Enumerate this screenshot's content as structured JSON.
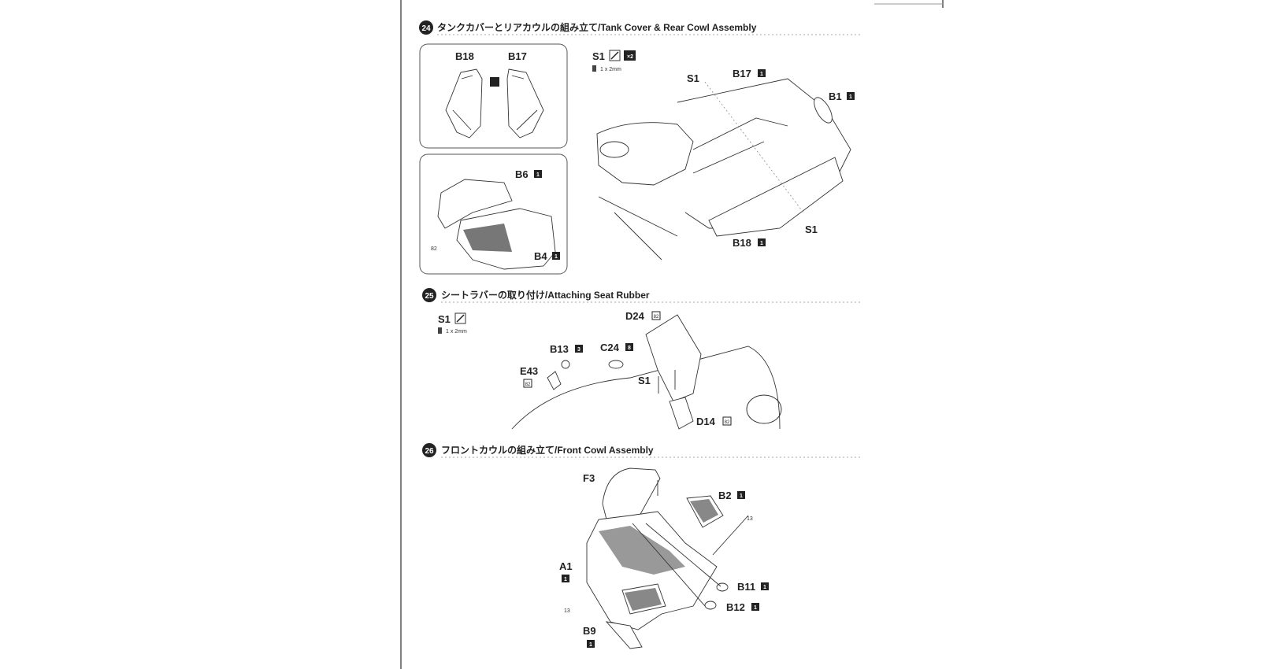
{
  "page": {
    "sections": [
      {
        "number": "24",
        "title": "タンクカバーとリアカウルの組み立て/Tank Cover & Rear Cowl Assembly",
        "detail_box_1": {
          "labels": [
            "B18",
            "B17"
          ]
        },
        "detail_box_2": {
          "labels": [
            "B6",
            "B4"
          ],
          "marker": "82"
        },
        "screw": {
          "label": "S1",
          "count": "×2",
          "spec": "1 x 2mm"
        },
        "parts": [
          "S1",
          "B17",
          "B1",
          "S1",
          "B18"
        ],
        "badge_numbers": {
          "B6": "1",
          "B4": "1",
          "B17": "1",
          "B1": "1",
          "B18": "1"
        }
      },
      {
        "number": "25",
        "title": "シートラバーの取り付け/Attaching Seat Rubber",
        "screw": {
          "label": "S1",
          "spec": "1 x 2mm"
        },
        "parts": [
          "D24",
          "B13",
          "C24",
          "E43",
          "S1",
          "D14"
        ],
        "badge_numbers": {
          "D24": "82",
          "B13": "3",
          "C24": "8",
          "E43": "82",
          "D14": "82"
        }
      },
      {
        "number": "26",
        "title": "フロントカウルの組み立て/Front Cowl Assembly",
        "parts": [
          "F3",
          "B2",
          "A1",
          "B11",
          "B12",
          "B9"
        ],
        "marker": "13",
        "badge_numbers": {
          "B2": "1",
          "A1": "1",
          "B11": "1",
          "B12": "1",
          "B9": "1"
        }
      }
    ]
  }
}
